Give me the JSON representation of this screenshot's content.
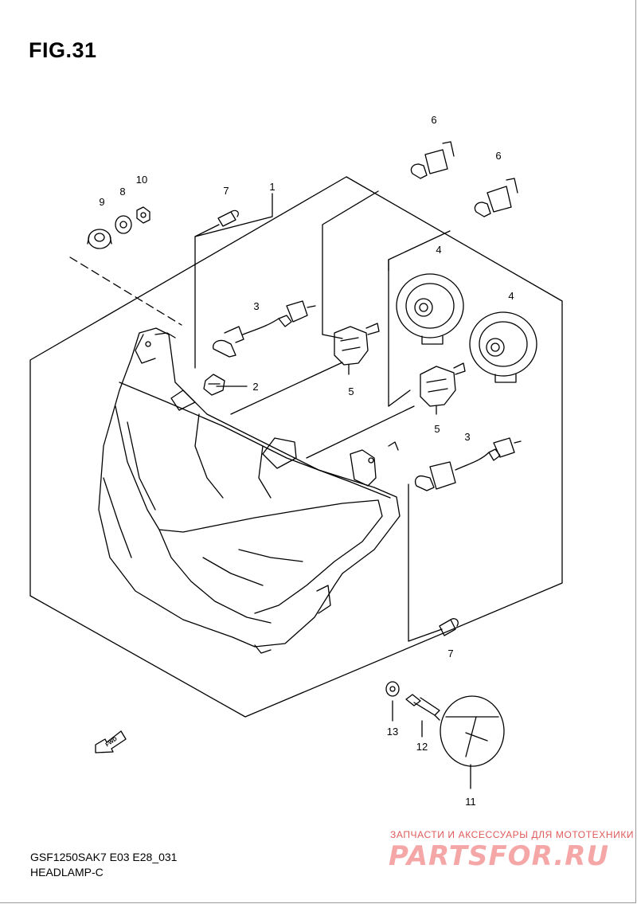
{
  "figure": {
    "title": "FIG.31"
  },
  "parts": [
    {
      "id": "callout-1",
      "label": "1"
    },
    {
      "id": "callout-2",
      "label": "2"
    },
    {
      "id": "callout-3a",
      "label": "3"
    },
    {
      "id": "callout-3b",
      "label": "3"
    },
    {
      "id": "callout-4a",
      "label": "4"
    },
    {
      "id": "callout-4b",
      "label": "4"
    },
    {
      "id": "callout-5a",
      "label": "5"
    },
    {
      "id": "callout-5b",
      "label": "5"
    },
    {
      "id": "callout-6a",
      "label": "6"
    },
    {
      "id": "callout-6b",
      "label": "6"
    },
    {
      "id": "callout-7a",
      "label": "7"
    },
    {
      "id": "callout-7b",
      "label": "7"
    },
    {
      "id": "callout-8",
      "label": "8"
    },
    {
      "id": "callout-9",
      "label": "9"
    },
    {
      "id": "callout-10",
      "label": "10"
    },
    {
      "id": "callout-11",
      "label": "11"
    },
    {
      "id": "callout-12",
      "label": "12"
    },
    {
      "id": "callout-13",
      "label": "13"
    }
  ],
  "direction_arrow": {
    "label": "FWD"
  },
  "footer": {
    "model_code": "GSF1250SAK7 E03 E28_031",
    "section_name": "HEADLAMP-C"
  },
  "watermark": {
    "caption": "ЗАПЧАСТИ И АКСЕССУАРЫ ДЛЯ МОТОТЕХНИКИ",
    "logo_text": "PARTSFOR.RU"
  }
}
